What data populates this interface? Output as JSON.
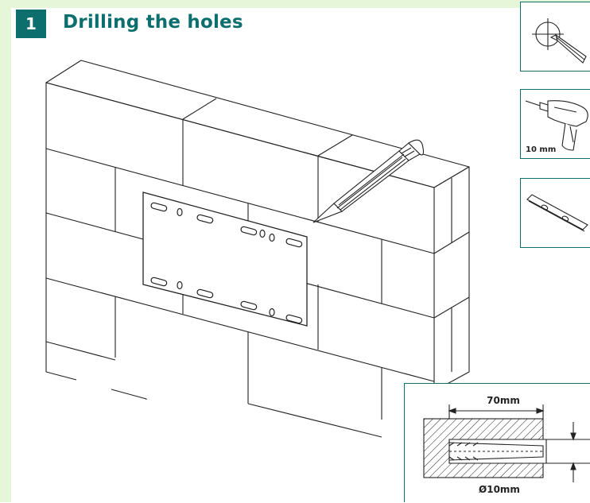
{
  "step": {
    "number": "1",
    "title": "Drilling the holes"
  },
  "tools": [
    {
      "name": "pencil-marking",
      "caption": ""
    },
    {
      "name": "drill",
      "caption": "10 mm"
    },
    {
      "name": "spirit-level",
      "caption": ""
    }
  ],
  "detail": {
    "depth_label": "70mm",
    "diameter_label": "Ø10mm"
  },
  "colors": {
    "accent": "#0d6e6e",
    "band": "#e6f6d8",
    "line": "#222222"
  }
}
